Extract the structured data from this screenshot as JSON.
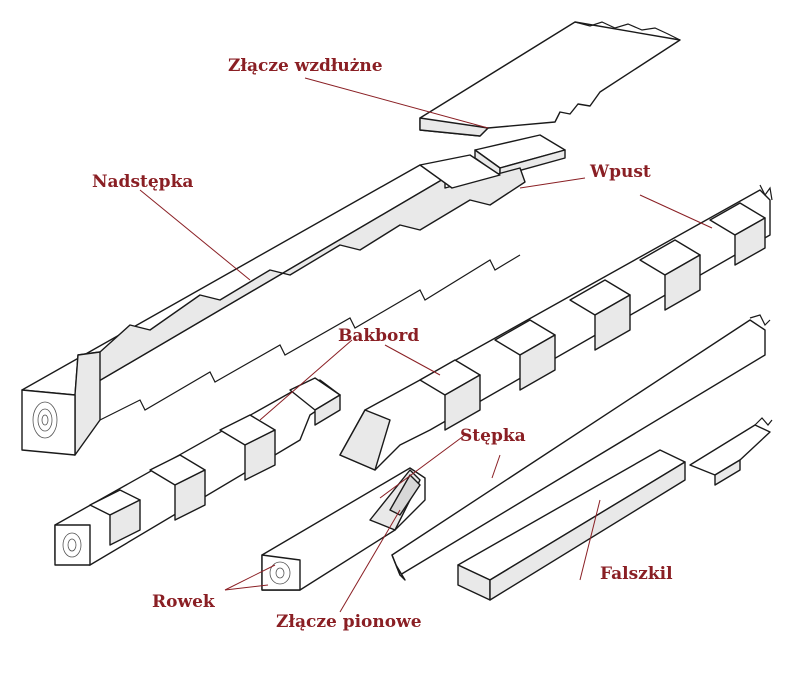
{
  "labels": {
    "scarf_joint": "Złącze wzdłużne",
    "keelson": "Nadstępka",
    "notch": "Wpust",
    "port": "Bakbord",
    "keel": "Stępka",
    "false_keel": "Falszkil",
    "rabbet": "Rowek",
    "vertical_joint": "Złącze pionowe"
  },
  "colors": {
    "label": "#8a1f24",
    "line": "#1a1a1a",
    "background": "#ffffff"
  }
}
